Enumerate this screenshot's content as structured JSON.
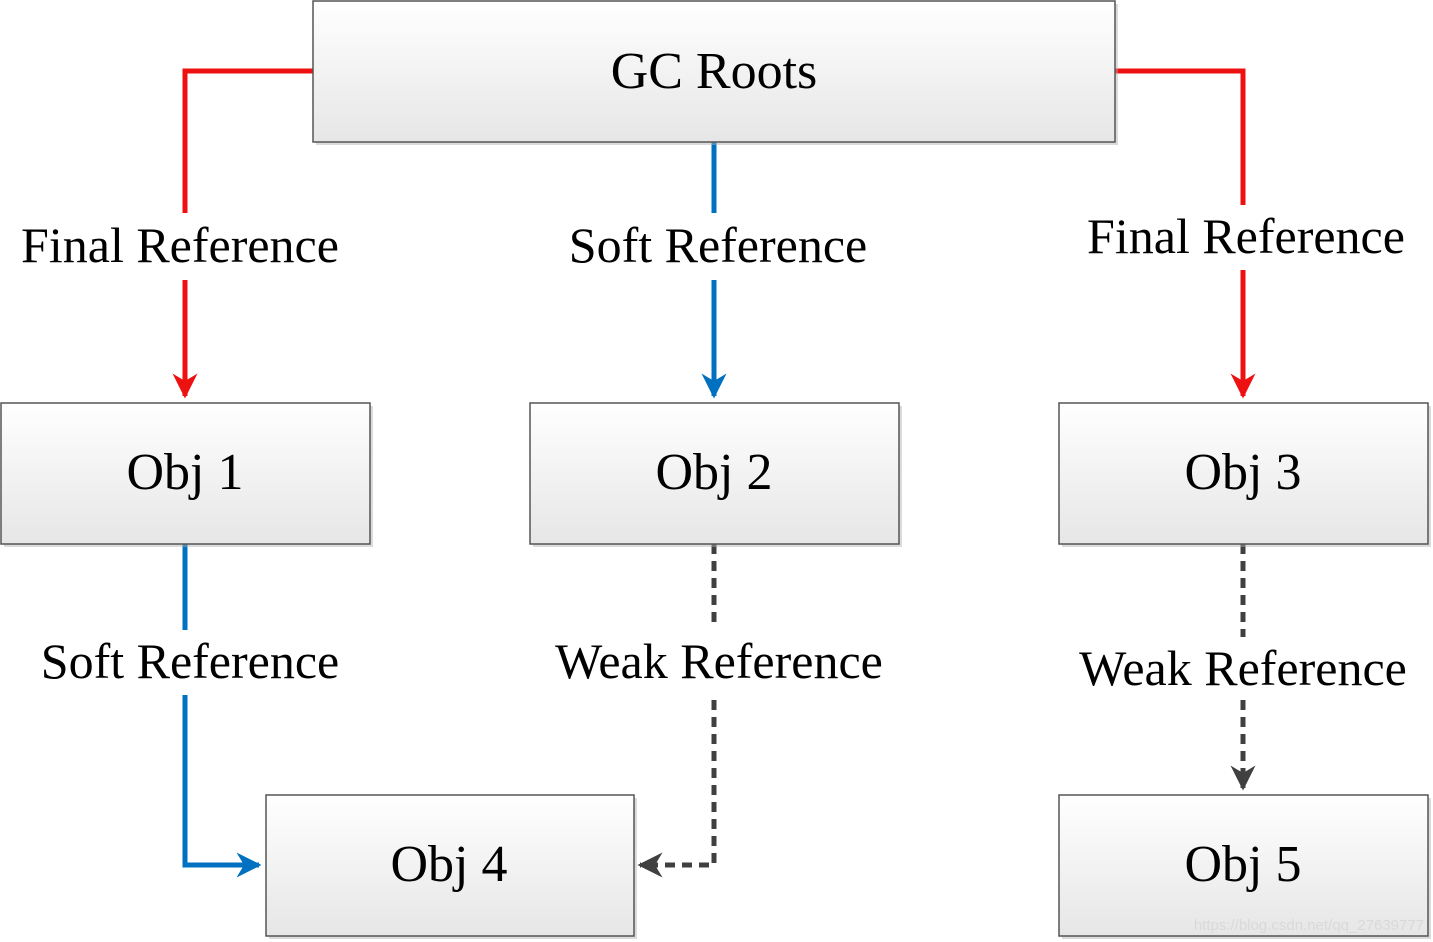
{
  "nodes": {
    "gc_roots": "GC Roots",
    "obj1": "Obj 1",
    "obj2": "Obj 2",
    "obj3": "Obj 3",
    "obj4": "Obj 4",
    "obj5": "Obj 5"
  },
  "edges": {
    "roots_to_obj1": "Final Reference",
    "roots_to_obj2": "Soft Reference",
    "roots_to_obj3": "Final Reference",
    "obj1_to_obj4": "Soft Reference",
    "obj2_to_obj4": "Weak Reference",
    "obj3_to_obj5": "Weak Reference"
  },
  "watermark": "https://blog.csdn.net/qq_27639777",
  "colors": {
    "final_reference": "#ee1111",
    "soft_reference": "#0070c0",
    "weak_reference": "#404040",
    "box_border": "#555555"
  }
}
